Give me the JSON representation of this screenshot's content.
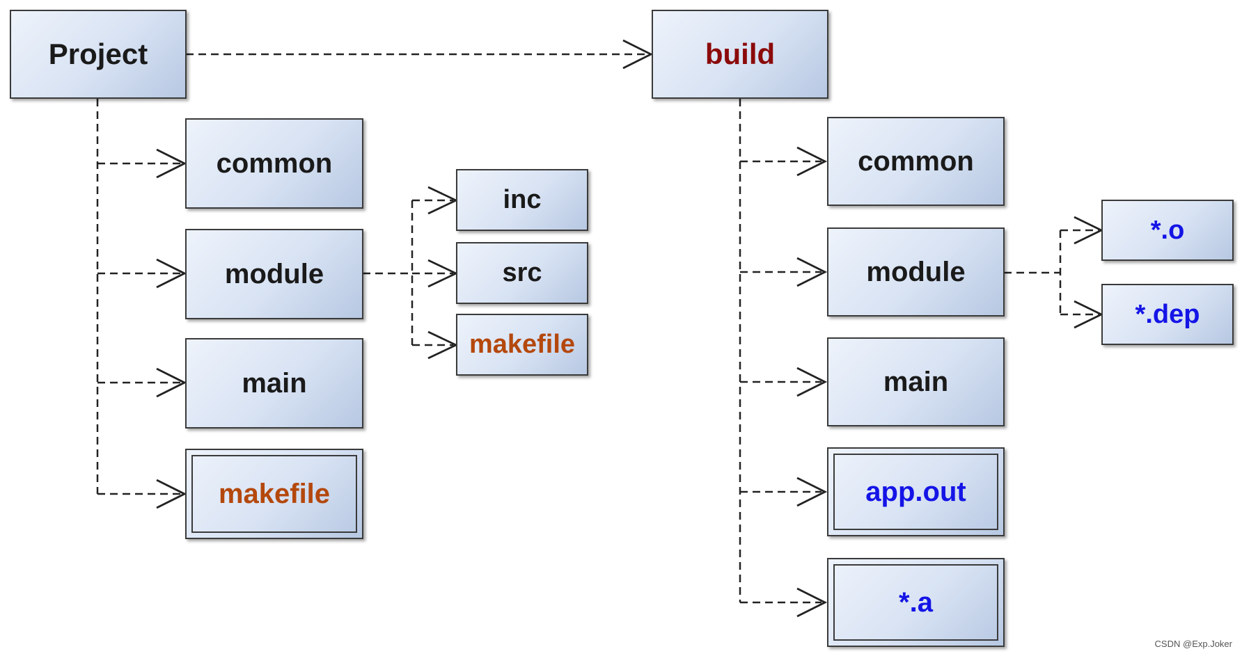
{
  "colors": {
    "default_text": "#1a1a1a",
    "build_text": "#8b0a0a",
    "makefile_text": "#b4480c",
    "output_text": "#1414e6",
    "connector": "#222222"
  },
  "project": {
    "root": "Project",
    "children": [
      "common",
      "module",
      "main",
      "makefile"
    ],
    "module_children": [
      "inc",
      "src",
      "makefile"
    ]
  },
  "build": {
    "root": "build",
    "children": [
      "common",
      "module",
      "main",
      "app.out",
      "*.a"
    ],
    "module_children": [
      "*.o",
      "*.dep"
    ]
  },
  "watermark": "CSDN @Exp.Joker"
}
